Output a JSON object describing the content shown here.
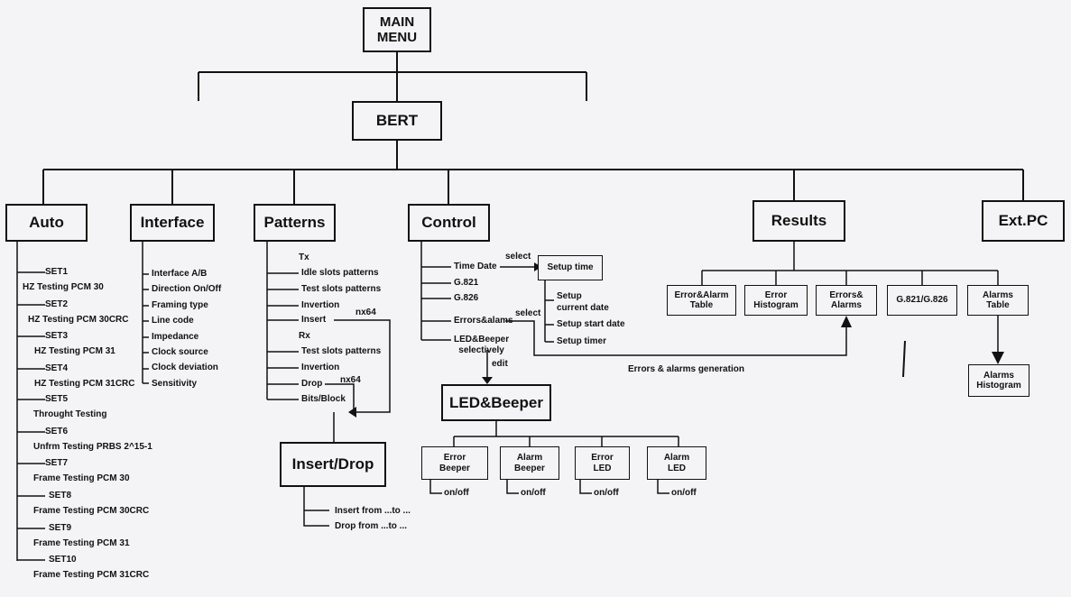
{
  "boxes": {
    "main_menu": "MAIN\nMENU",
    "bert": "BERT",
    "auto": "Auto",
    "interface": "Interface",
    "patterns": "Patterns",
    "control": "Control",
    "results": "Results",
    "ext_pc": "Ext.PC",
    "insert_drop": "Insert/Drop",
    "led_beeper": "LED&Beeper",
    "setup_time": "Setup time",
    "error_alarm_table": "Error&Alarm\nTable",
    "error_histogram": "Error\nHistogram",
    "errors_alarms": "Errors&\nAlarms",
    "g821_g826": "G.821/G.826",
    "alarms_table": "Alarms\nTable",
    "alarms_histogram": "Alarms\nHistogram",
    "error_beeper": "Error\nBeeper",
    "alarm_beeper": "Alarm\nBeeper",
    "error_led": "Error\nLED",
    "alarm_led": "Alarm\nLED"
  },
  "auto_items": [
    {
      "set": "SET1",
      "desc": "HZ Testing PCM 30"
    },
    {
      "set": "SET2",
      "desc": "HZ Testing PCM  30CRC"
    },
    {
      "set": "SET3",
      "desc": "HZ Testing PCM 31"
    },
    {
      "set": "SET4",
      "desc": "HZ Testing PCM  31CRC"
    },
    {
      "set": "SET5",
      "desc": "Throught Testing"
    },
    {
      "set": "SET6",
      "desc": "Unfrm Testing PRBS  2^15-1"
    },
    {
      "set": "SET7",
      "desc": "Frame Testing PCM  30"
    },
    {
      "set": "SET8",
      "desc": "Frame Testing PCM  30CRC"
    },
    {
      "set": "SET9",
      "desc": "Frame Testing PCM  31"
    },
    {
      "set": "SET10",
      "desc": "Frame Testing PCM  31CRC"
    }
  ],
  "interface_items": [
    "Interface A/B",
    "Direction On/Off",
    "Framing type",
    "Line code",
    "Impedance",
    "Clock source",
    "Clock deviation",
    "Sensitivity"
  ],
  "patterns": {
    "tx_label": "Tx",
    "tx_items": [
      "Idle slots patterns",
      "Test slots patterns",
      "Invertion",
      "Insert"
    ],
    "rx_label": "Rx",
    "rx_items": [
      "Test slots patterns",
      "Invertion",
      "Drop",
      "Bits/Block"
    ],
    "nx64_a": "nx64",
    "nx64_b": "nx64"
  },
  "insert_drop_items": [
    "Insert from ...to ...",
    "Drop from ...to ..."
  ],
  "control": {
    "items": [
      "Time Date",
      "G.821",
      "G.826",
      "Errors&alams",
      "LED&Beeper\nselectively"
    ],
    "select_a": "select",
    "select_b": "select",
    "edit": "edit"
  },
  "setup_items": [
    "Setup\ncurrent date",
    "Setup start date",
    "Setup timer"
  ],
  "on_off": [
    "on/off",
    "on/off",
    "on/off",
    "on/off"
  ],
  "errors_generation": "Errors & alarms generation"
}
